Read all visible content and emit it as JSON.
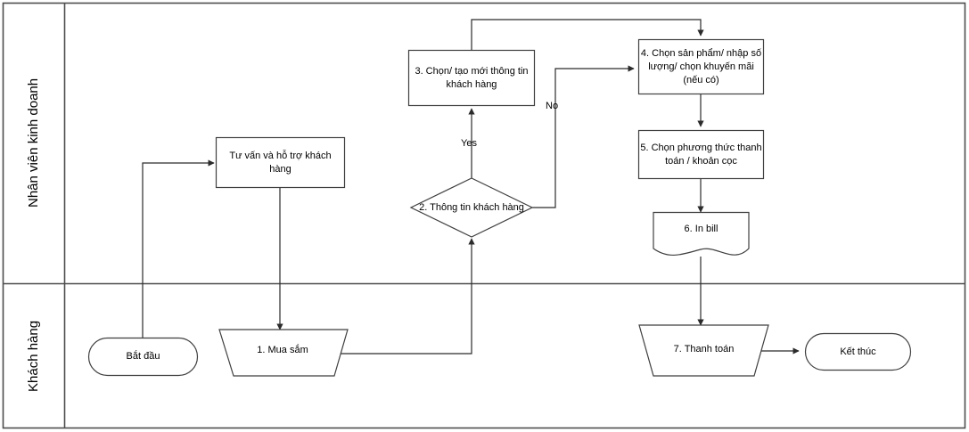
{
  "diagram": {
    "title": "Sales process flowchart (swimlane)",
    "stroke_color": "#3f3f3f",
    "lane_border_color": "#4d4d4d",
    "text_color": "#000000",
    "background": "#ffffff",
    "lanes": [
      {
        "id": "lane-staff",
        "label": "Nhân viên kinh doanh"
      },
      {
        "id": "lane-customer",
        "label": "Khách hàng"
      }
    ],
    "nodes": [
      {
        "id": "start",
        "shape": "stadium",
        "label": "Bắt đầu",
        "lane": "lane-customer"
      },
      {
        "id": "shopping",
        "shape": "trapezoid",
        "label": "1. Mua sắm",
        "lane": "lane-customer"
      },
      {
        "id": "consult",
        "shape": "rect",
        "label": "Tư vấn và hỗ trợ khách hàng",
        "lane": "lane-staff"
      },
      {
        "id": "decision",
        "shape": "diamond",
        "label": "2. Thông tin khách hàng",
        "lane": "lane-staff"
      },
      {
        "id": "step3",
        "shape": "rect",
        "label": "3. Chọn/ tạo mới thông tin khách hàng",
        "lane": "lane-staff"
      },
      {
        "id": "step4",
        "shape": "rect",
        "label": "4. Chọn sản phẩm/ nhập số lượng/ chọn khuyến mãi (nếu có)",
        "lane": "lane-staff"
      },
      {
        "id": "step5",
        "shape": "rect",
        "label": "5. Chọn phương thức thanh toán / khoản cọc",
        "lane": "lane-staff"
      },
      {
        "id": "step6",
        "shape": "document",
        "label": "6. In bill",
        "lane": "lane-staff"
      },
      {
        "id": "step7",
        "shape": "trapezoid",
        "label": "7. Thanh toán",
        "lane": "lane-customer"
      },
      {
        "id": "end",
        "shape": "stadium",
        "label": "Kết thúc",
        "lane": "lane-customer"
      }
    ],
    "edges": [
      {
        "id": "edge-start-consult",
        "from": "start",
        "to": "consult",
        "label": ""
      },
      {
        "id": "edge-consult-shopping",
        "from": "consult",
        "to": "shopping",
        "label": ""
      },
      {
        "id": "edge-shopping-decision",
        "from": "shopping",
        "to": "decision",
        "label": ""
      },
      {
        "id": "edge-decision-step3",
        "from": "decision",
        "to": "step3",
        "label": "Yes"
      },
      {
        "id": "edge-decision-step4",
        "from": "decision",
        "to": "step4",
        "label": "No"
      },
      {
        "id": "edge-step3-step4",
        "from": "step3",
        "to": "step4",
        "label": ""
      },
      {
        "id": "edge-step4-step5",
        "from": "step4",
        "to": "step5",
        "label": ""
      },
      {
        "id": "edge-step5-step6",
        "from": "step5",
        "to": "step6",
        "label": ""
      },
      {
        "id": "edge-step6-step7",
        "from": "step6",
        "to": "step7",
        "label": ""
      },
      {
        "id": "edge-step7-end",
        "from": "step7",
        "to": "end",
        "label": ""
      }
    ],
    "edge_labels": {
      "yes": "Yes",
      "no": "No"
    }
  }
}
